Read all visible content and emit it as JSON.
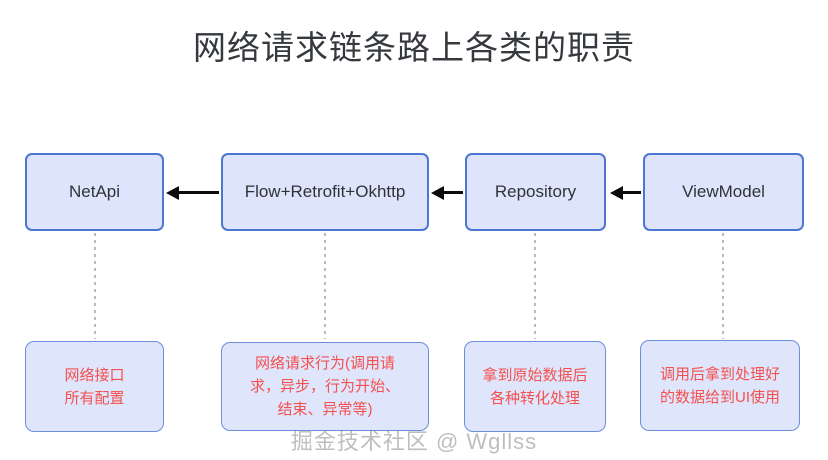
{
  "page": {
    "title": "网络请求链条路上各类的职责",
    "watermark": "掘金技术社区 @ Wgllss",
    "background_color": "#ffffff"
  },
  "colors": {
    "node_fill": "#dde4fb",
    "node_border": "#4d76d0",
    "note_fill": "#dfe6fb",
    "note_border": "#6e8ddd",
    "note_text": "#f4504f",
    "title_text": "#35393d",
    "arrow": "#0b0b0b",
    "dotted_connector": "#b9bcc2"
  },
  "diagram": {
    "type": "flow",
    "direction": "right-to-left",
    "nodes": [
      {
        "id": "netapi",
        "label": "NetApi"
      },
      {
        "id": "flow",
        "label": "Flow+Retrofit+Okhttp"
      },
      {
        "id": "repository",
        "label": "Repository"
      },
      {
        "id": "viewmodel",
        "label": "ViewModel"
      }
    ],
    "arrows": [
      {
        "id": "arrow-flow-to-netapi",
        "from": "flow",
        "to": "netapi",
        "direction": "left"
      },
      {
        "id": "arrow-repository-to-flow",
        "from": "repository",
        "to": "flow",
        "direction": "left"
      },
      {
        "id": "arrow-viewmodel-to-repository",
        "from": "viewmodel",
        "to": "repository",
        "direction": "left"
      }
    ],
    "notes": [
      {
        "id": "note-netapi",
        "for": "netapi",
        "lines": [
          "网络接口",
          "所有配置"
        ]
      },
      {
        "id": "note-flow",
        "for": "flow",
        "lines": [
          "网络请求行为(调用请",
          "求，异步，行为开始、",
          "结束、异常等)"
        ]
      },
      {
        "id": "note-repository",
        "for": "repository",
        "lines": [
          "拿到原始数据后",
          "各种转化处理"
        ]
      },
      {
        "id": "note-viewmodel",
        "for": "viewmodel",
        "lines": [
          "调用后拿到处理好",
          "的数据给到UI使用"
        ]
      }
    ]
  }
}
